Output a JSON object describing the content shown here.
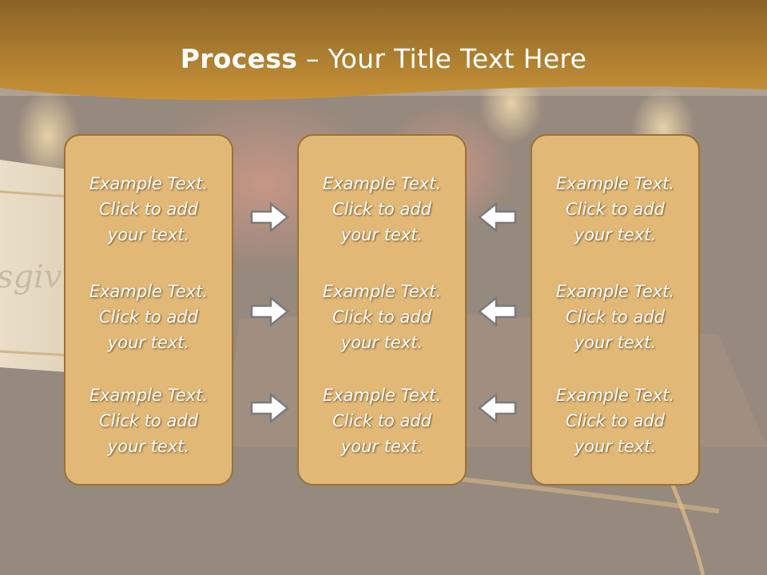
{
  "title": {
    "bold": "Process",
    "rest": " – Your Title Text Here"
  },
  "background_watermark": "sgiv",
  "panels": [
    {
      "items": [
        {
          "line1": "Example Text.",
          "line2": "Click  to add",
          "line3": "your text."
        },
        {
          "line1": "Example Text.",
          "line2": "Click  to add",
          "line3": "your text."
        },
        {
          "line1": "Example Text.",
          "line2": "Click  to add",
          "line3": "your text."
        }
      ]
    },
    {
      "items": [
        {
          "line1": "Example Text.",
          "line2": "Click  to add",
          "line3": "your text."
        },
        {
          "line1": "Example Text.",
          "line2": "Click  to add",
          "line3": "your text."
        },
        {
          "line1": "Example Text.",
          "line2": "Click  to add",
          "line3": "your text."
        }
      ]
    },
    {
      "items": [
        {
          "line1": "Example Text.",
          "line2": "Click  to add",
          "line3": "your text."
        },
        {
          "line1": "Example Text.",
          "line2": "Click  to add",
          "line3": "your text."
        },
        {
          "line1": "Example Text.",
          "line2": "Click  to add",
          "line3": "your text."
        }
      ]
    }
  ],
  "icons": {
    "left_arrows": "arrow-right-icon",
    "right_arrows": "arrow-left-icon"
  },
  "colors": {
    "banner": "#c08a2e",
    "panel_fill": "#e2b877",
    "panel_border": "#9a7236",
    "text": "#ffffff"
  }
}
